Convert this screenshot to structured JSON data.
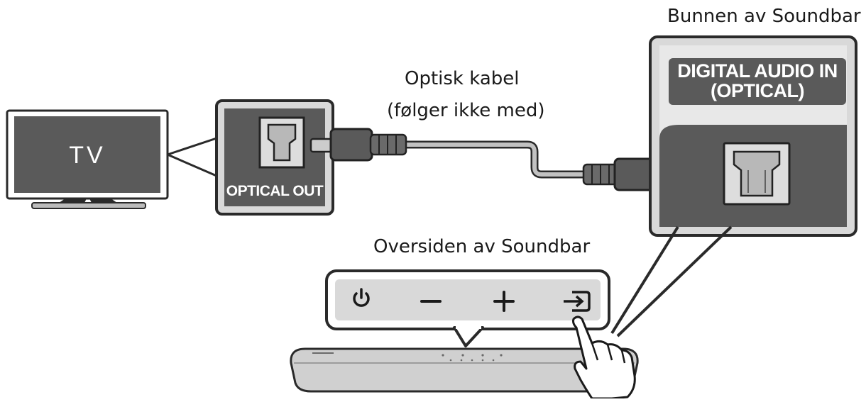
{
  "labels": {
    "bottom_of_soundbar": "Bunnen av Soundbar",
    "cable_line1": "Optisk kabel",
    "cable_line2": "(følger ikke med)",
    "top_of_soundbar": "Oversiden av Soundbar"
  },
  "tv": {
    "screen_text": "TV"
  },
  "tv_port": {
    "label": "OPTICAL OUT"
  },
  "soundbar_port": {
    "label_line1": "DIGITAL AUDIO IN",
    "label_line2": "(OPTICAL)"
  },
  "icons": {
    "power": "power-icon",
    "volume_down": "minus-icon",
    "volume_up": "plus-icon",
    "source": "source-input-icon",
    "hand": "pointing-hand-icon"
  },
  "colors": {
    "dark_panel": "#5a5a5a",
    "callout_border": "#2a2a2a",
    "callout_fill": "#d9d9d9",
    "cable": "#b5b5b5"
  }
}
